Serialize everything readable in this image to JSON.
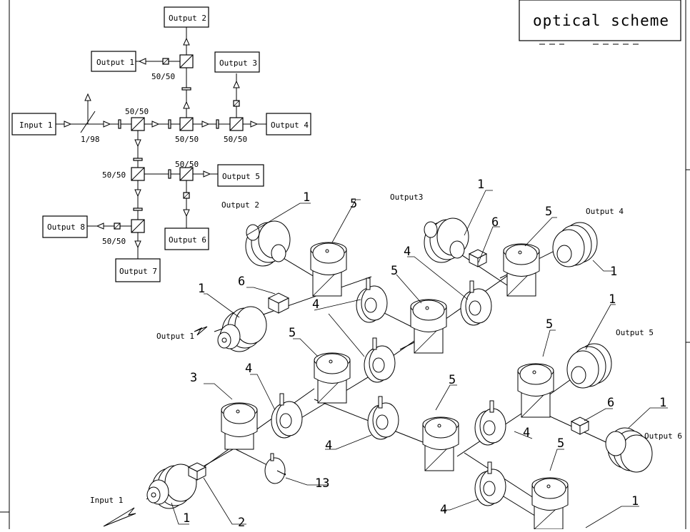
{
  "title": "optical scheme",
  "schematic": {
    "input": "Input 1",
    "tap_ratio": "1/98",
    "split_ratio": "50/50",
    "outputs": [
      "Output 1",
      "Output 2",
      "Output 3",
      "Output 4",
      "Output 5",
      "Output 6",
      "Output 7",
      "Output 8"
    ]
  },
  "assembly": {
    "input_label": "Input 1",
    "output_labels": [
      "Output 1",
      "Output 2",
      "Output3",
      "Output 4",
      "Output 5",
      "Output 6"
    ],
    "callouts": [
      "1",
      "2",
      "3",
      "4",
      "5",
      "6",
      "13"
    ]
  }
}
